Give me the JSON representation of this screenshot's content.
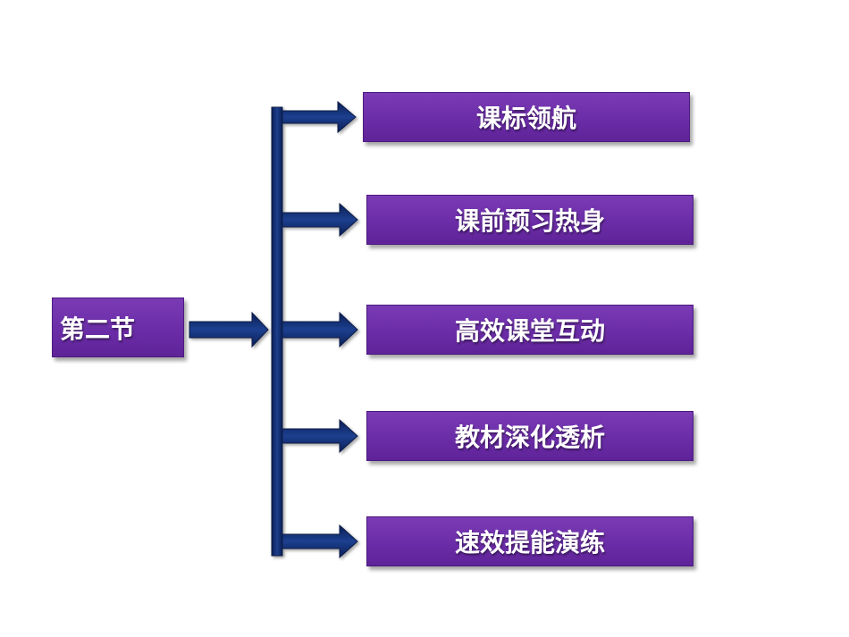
{
  "root": {
    "label": "第二节"
  },
  "items": [
    {
      "label": "课标领航"
    },
    {
      "label": "课前预习热身"
    },
    {
      "label": "高效课堂互动"
    },
    {
      "label": "教材深化透析"
    },
    {
      "label": "速效提能演练"
    }
  ],
  "colors": {
    "box": "#6a2ca6",
    "arrow": "#0f2a6e"
  }
}
